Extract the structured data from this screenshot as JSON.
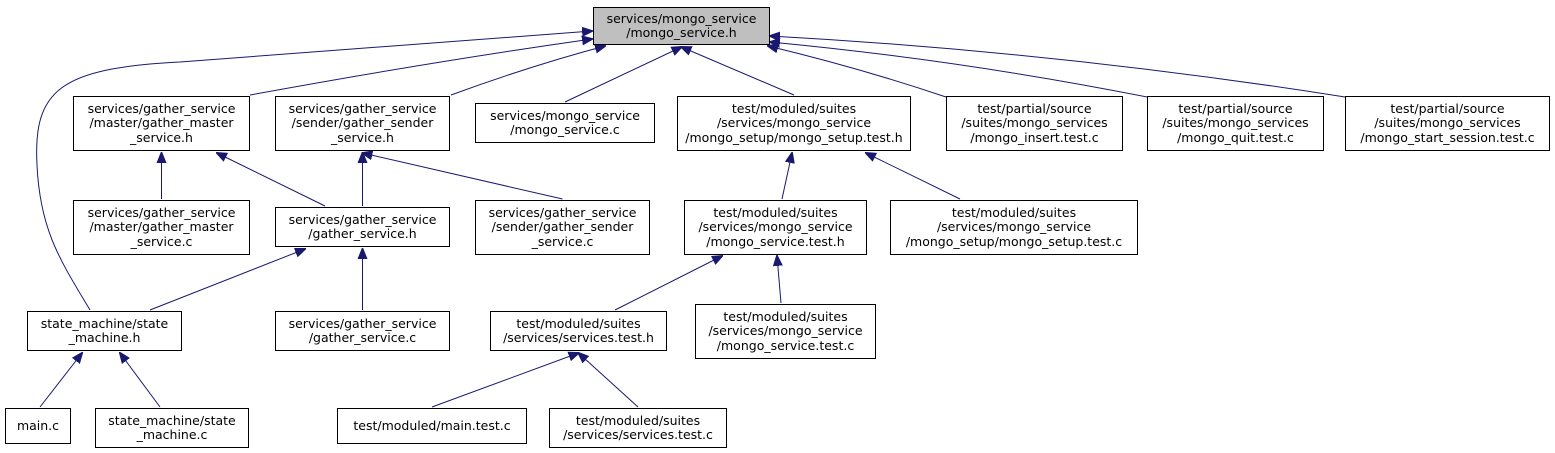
{
  "colors": {
    "edge": "#191970",
    "root_fill": "#bfbfbf",
    "node_fill": "#ffffff",
    "border": "#000000"
  },
  "nodes": [
    {
      "id": "root",
      "lines": [
        "services/mongo_service",
        "/mongo_service.h"
      ],
      "root": true
    },
    {
      "id": "gm_h",
      "lines": [
        "services/gather_service",
        "/master/gather_master",
        "_service.h"
      ]
    },
    {
      "id": "gs_h",
      "lines": [
        "services/gather_service",
        "/sender/gather_sender",
        "_service.h"
      ]
    },
    {
      "id": "ms_c",
      "lines": [
        "services/mongo_service",
        "/mongo_service.c"
      ]
    },
    {
      "id": "msetup_h",
      "lines": [
        "test/moduled/suites",
        "/services/mongo_service",
        "/mongo_setup/mongo_setup.test.h"
      ]
    },
    {
      "id": "insert_c",
      "lines": [
        "test/partial/source",
        "/suites/mongo_services",
        "/mongo_insert.test.c"
      ]
    },
    {
      "id": "quit_c",
      "lines": [
        "test/partial/source",
        "/suites/mongo_services",
        "/mongo_quit.test.c"
      ]
    },
    {
      "id": "start_c",
      "lines": [
        "test/partial/source",
        "/suites/mongo_services",
        "/mongo_start_session.test.c"
      ]
    },
    {
      "id": "gm_c",
      "lines": [
        "services/gather_service",
        "/master/gather_master",
        "_service.c"
      ]
    },
    {
      "id": "g_h",
      "lines": [
        "services/gather_service",
        "/gather_service.h"
      ]
    },
    {
      "id": "gs_c",
      "lines": [
        "services/gather_service",
        "/sender/gather_sender",
        "_service.c"
      ]
    },
    {
      "id": "mst_h",
      "lines": [
        "test/moduled/suites",
        "/services/mongo_service",
        "/mongo_service.test.h"
      ]
    },
    {
      "id": "msetup_c",
      "lines": [
        "test/moduled/suites",
        "/services/mongo_service",
        "/mongo_setup/mongo_setup.test.c"
      ]
    },
    {
      "id": "sm_h",
      "lines": [
        "state_machine/state",
        "_machine.h"
      ]
    },
    {
      "id": "g_c",
      "lines": [
        "services/gather_service",
        "/gather_service.c"
      ]
    },
    {
      "id": "st_h",
      "lines": [
        "test/moduled/suites",
        "/services/services.test.h"
      ]
    },
    {
      "id": "mst_c",
      "lines": [
        "test/moduled/suites",
        "/services/mongo_service",
        "/mongo_service.test.c"
      ]
    },
    {
      "id": "main_c",
      "lines": [
        "main.c"
      ]
    },
    {
      "id": "sm_c",
      "lines": [
        "state_machine/state",
        "_machine.c"
      ]
    },
    {
      "id": "mt_c",
      "lines": [
        "test/moduled/main.test.c"
      ]
    },
    {
      "id": "st_c",
      "lines": [
        "test/moduled/suites",
        "/services/services.test.c"
      ]
    }
  ],
  "edges": [
    [
      "gm_h",
      "root"
    ],
    [
      "gs_h",
      "root"
    ],
    [
      "ms_c",
      "root"
    ],
    [
      "msetup_h",
      "root"
    ],
    [
      "insert_c",
      "root"
    ],
    [
      "quit_c",
      "root"
    ],
    [
      "start_c",
      "root"
    ],
    [
      "sm_h",
      "root"
    ],
    [
      "gm_c",
      "gm_h"
    ],
    [
      "g_h",
      "gm_h"
    ],
    [
      "g_h",
      "gs_h"
    ],
    [
      "gs_c",
      "gs_h"
    ],
    [
      "mst_h",
      "msetup_h"
    ],
    [
      "msetup_c",
      "msetup_h"
    ],
    [
      "sm_h",
      "g_h"
    ],
    [
      "g_c",
      "g_h"
    ],
    [
      "st_h",
      "mst_h"
    ],
    [
      "mst_c",
      "mst_h"
    ],
    [
      "main_c",
      "sm_h"
    ],
    [
      "sm_c",
      "sm_h"
    ],
    [
      "mt_c",
      "st_h"
    ],
    [
      "st_c",
      "st_h"
    ]
  ]
}
